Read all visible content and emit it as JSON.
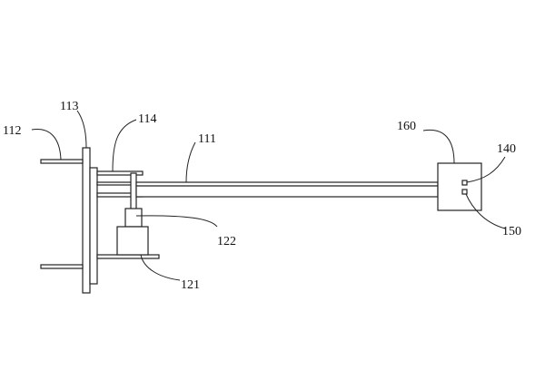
{
  "labels": {
    "ref_111": "111",
    "ref_112": "112",
    "ref_113": "113",
    "ref_114": "114",
    "ref_121": "121",
    "ref_122": "122",
    "ref_140": "140",
    "ref_150": "150",
    "ref_160": "160"
  }
}
